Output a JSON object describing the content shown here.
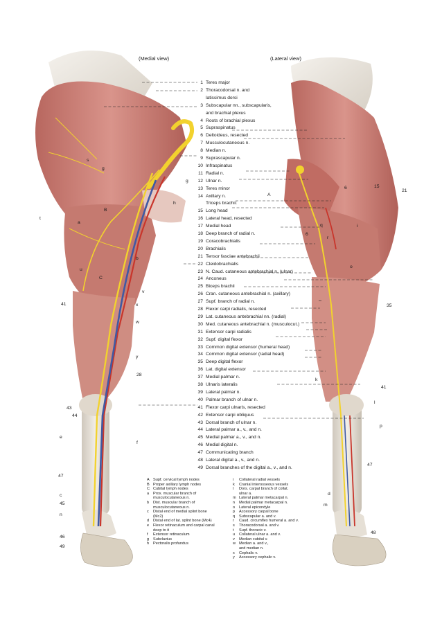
{
  "views": {
    "medial": "(Medial view)",
    "lateral": "(Lateral view)"
  },
  "labels": [
    {
      "n": "1",
      "t": "Teres major"
    },
    {
      "n": "2",
      "t": "Thoracodorsal n. and"
    },
    {
      "n": "",
      "t": "latissimus dorsi"
    },
    {
      "n": "3",
      "t": "Subscapular nn., subscapularis,"
    },
    {
      "n": "",
      "t": "and brachial plexus"
    },
    {
      "n": "4",
      "t": "Roots of brachial plexus"
    },
    {
      "n": "5",
      "t": "Supraspinatus"
    },
    {
      "n": "6",
      "t": "Deltoideus, resected"
    },
    {
      "n": "7",
      "t": "Musculocutaneous n."
    },
    {
      "n": "8",
      "t": "Median n."
    },
    {
      "n": "9",
      "t": "Suprascapular n."
    },
    {
      "n": "10",
      "t": "Infraspinatus"
    },
    {
      "n": "11",
      "t": "Radial n."
    },
    {
      "n": "12",
      "t": "Ulnar n."
    },
    {
      "n": "13",
      "t": "Teres minor"
    },
    {
      "n": "14",
      "t": "Axillary n."
    },
    {
      "n": "",
      "t": "Triceps brachii:"
    },
    {
      "n": "15",
      "t": "Long head"
    },
    {
      "n": "16",
      "t": "Lateral head, resected"
    },
    {
      "n": "17",
      "t": "Medial head"
    },
    {
      "n": "18",
      "t": "Deep branch of radial n."
    },
    {
      "n": "19",
      "t": "Coracobrachialis"
    },
    {
      "n": "20",
      "t": "Brachialis"
    },
    {
      "n": "21",
      "t": "Tensor fasciae antebrachii"
    },
    {
      "n": "22",
      "t": "Cleidobrachialis"
    },
    {
      "n": "23",
      "t": "N. Caud. cutaneous antebrachial n. (ulnar)"
    },
    {
      "n": "24",
      "t": "Anconeus"
    },
    {
      "n": "25",
      "t": "Biceps brachii"
    },
    {
      "n": "26",
      "t": "Cran. cutaneous antebrachial n. (axillary)"
    },
    {
      "n": "27",
      "t": "Supf. branch of radial n."
    },
    {
      "n": "28",
      "t": "Flexor carpi radialis, resected"
    },
    {
      "n": "29",
      "t": "Lat. cutaneous antebrachial nn. (radial)"
    },
    {
      "n": "30",
      "t": "Med. cutaneous antebrachial n. (musculocut.)"
    },
    {
      "n": "31",
      "t": "Extensor carpi radialis"
    },
    {
      "n": "32",
      "t": "Supf. digital flexor"
    },
    {
      "n": "33",
      "t": "Common digital extensor (humeral head)"
    },
    {
      "n": "34",
      "t": "Common digital extensor (radial head)"
    },
    {
      "n": "35",
      "t": "Deep digital flexor"
    },
    {
      "n": "36",
      "t": "Lat. digital extensor"
    },
    {
      "n": "37",
      "t": "Medial palmar n."
    },
    {
      "n": "38",
      "t": "Ulnaris lateralis"
    },
    {
      "n": "39",
      "t": "Lateral palmar n."
    },
    {
      "n": "40",
      "t": "Palmar branch of ulnar n."
    },
    {
      "n": "41",
      "t": "Flexor carpi ulnaris, resected"
    },
    {
      "n": "42",
      "t": "Extensor carpi obliquus"
    },
    {
      "n": "43",
      "t": "Dorsal branch of ulnar n."
    },
    {
      "n": "44",
      "t": "Lateral palmar a., v., and n."
    },
    {
      "n": "45",
      "t": "Medial palmar a., v., and n."
    },
    {
      "n": "46",
      "t": "Medial digital n."
    },
    {
      "n": "47",
      "t": "Communicating branch"
    },
    {
      "n": "48",
      "t": "Lateral digital a., v., and n."
    },
    {
      "n": "49",
      "t": "Dorsal branches of the digital a., v., and n."
    }
  ],
  "key_left": [
    {
      "k": "A",
      "t": "Supf. cervical lymph nodes"
    },
    {
      "k": "B",
      "t": "Proper axillary lymph nodes"
    },
    {
      "k": "C",
      "t": "Cubital lymph nodes"
    },
    {
      "k": "a",
      "t": "Prox. muscular branch of"
    },
    {
      "k": "",
      "t": "musculocutaneous n."
    },
    {
      "k": "b",
      "t": "Dist. muscular branch of"
    },
    {
      "k": "",
      "t": "musculocutaneous n."
    },
    {
      "k": "c",
      "t": "Distal end of medial splint bone"
    },
    {
      "k": "",
      "t": "(Mc2)"
    },
    {
      "k": "d",
      "t": "Distal end of lat. splint bone (Mc4)"
    },
    {
      "k": "e",
      "t": "Flexor retinaculum and carpal canal"
    },
    {
      "k": "",
      "t": "deep to it"
    },
    {
      "k": "f",
      "t": "Extensor retinaculum"
    },
    {
      "k": "g",
      "t": "Subclavius"
    },
    {
      "k": "h",
      "t": "Pectoralis profundus"
    }
  ],
  "key_right": [
    {
      "k": "i",
      "t": "Collateral radial vessels"
    },
    {
      "k": "k",
      "t": "Cranial interosseous vessels"
    },
    {
      "k": "l",
      "t": "Dors. carpal branch of collat."
    },
    {
      "k": "",
      "t": "ulnar a."
    },
    {
      "k": "m",
      "t": "Lateral palmar metacarpal n."
    },
    {
      "k": "n",
      "t": "Medial palmar metacarpal n."
    },
    {
      "k": "o",
      "t": "Lateral epicondyle"
    },
    {
      "k": "p",
      "t": "Accessory carpal bone"
    },
    {
      "k": "q",
      "t": "Subscapular a. and v."
    },
    {
      "k": "r",
      "t": "Caud. circumflex humeral a. and v."
    },
    {
      "k": "s",
      "t": "Thoracodorsal a. and v."
    },
    {
      "k": "t",
      "t": "Supf. thoracic v."
    },
    {
      "k": "u",
      "t": "Collateral ulnar a. and v."
    },
    {
      "k": "v",
      "t": "Median cubital v."
    },
    {
      "k": "w",
      "t": "Median a. and v.,"
    },
    {
      "k": "",
      "t": "and median n."
    },
    {
      "k": "x",
      "t": "Cephalic v."
    },
    {
      "k": "y",
      "t": "Accessory cephalic v."
    }
  ],
  "side_labels_left": [
    "t",
    "g",
    "s",
    "B",
    "a",
    "g",
    "h",
    "b",
    "u",
    "C",
    "41",
    "v",
    "x",
    "w",
    "y",
    "28",
    "43",
    "44",
    "e",
    "f",
    "47",
    "c",
    "45",
    "n",
    "46",
    "49"
  ],
  "side_labels_right": [
    "6",
    "15",
    "21",
    "A",
    "q",
    "r",
    "i",
    "6",
    "o",
    "35",
    "k",
    "41",
    "l",
    "p",
    "47",
    "d",
    "m",
    "48"
  ],
  "colors": {
    "muscle": "#c9827a",
    "muscle_dark": "#a85a52",
    "nerve": "#f2d22e",
    "artery": "#c8352b",
    "vein": "#3f5aa3",
    "bone": "#ece7dc",
    "hoof": "#d9d0c0"
  }
}
